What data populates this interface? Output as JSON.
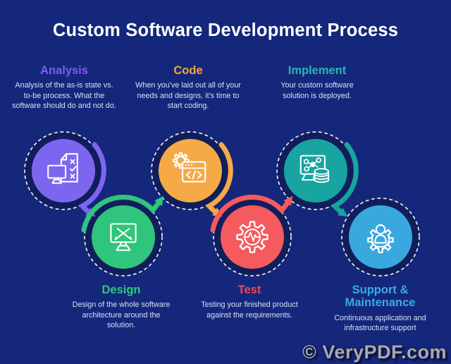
{
  "title": "Custom Software Development Process",
  "watermark": "© VeryPDF.com",
  "colors": {
    "background": "#15277B",
    "circle_backdrop": "#111E5C",
    "ring": "#FFFFFF",
    "title_text": "#FFFFFF",
    "body_text": "#D9E0F4",
    "watermark_text": "#A6A9B3"
  },
  "steps": [
    {
      "id": "analysis",
      "label": "Analysis",
      "accent": "#7E5BF2",
      "fill": "#7D66EF",
      "icon": "document-checklist-monitor-icon",
      "description": "Analysis of the as-is state vs. to-be process. What the software should do and not do."
    },
    {
      "id": "design",
      "label": "Design",
      "accent": "#2BC97E",
      "fill": "#30C57C",
      "icon": "design-tools-monitor-icon",
      "description": "Design of the whole software architecture around the solution."
    },
    {
      "id": "code",
      "label": "Code",
      "accent": "#F2A73D",
      "fill": "#F5A947",
      "icon": "code-window-gear-icon",
      "description": "When you've laid out all of your needs and designs, it's time to start coding."
    },
    {
      "id": "test",
      "label": "Test",
      "accent": "#F2494F",
      "fill": "#F55A5F",
      "icon": "gear-pulse-icon",
      "description": "Testing your finished product against the requirements."
    },
    {
      "id": "implement",
      "label": "Implement",
      "accent": "#28B7B3",
      "fill": "#18A4A0",
      "icon": "deploy-database-monitor-icon",
      "description": "Your custom software solution is deployed."
    },
    {
      "id": "support",
      "label": "Support & Maintenance",
      "accent": "#3BA9E4",
      "fill": "#3AA7DF",
      "icon": "support-person-gear-icon",
      "description": "Continuous application and infrastructure support"
    }
  ]
}
